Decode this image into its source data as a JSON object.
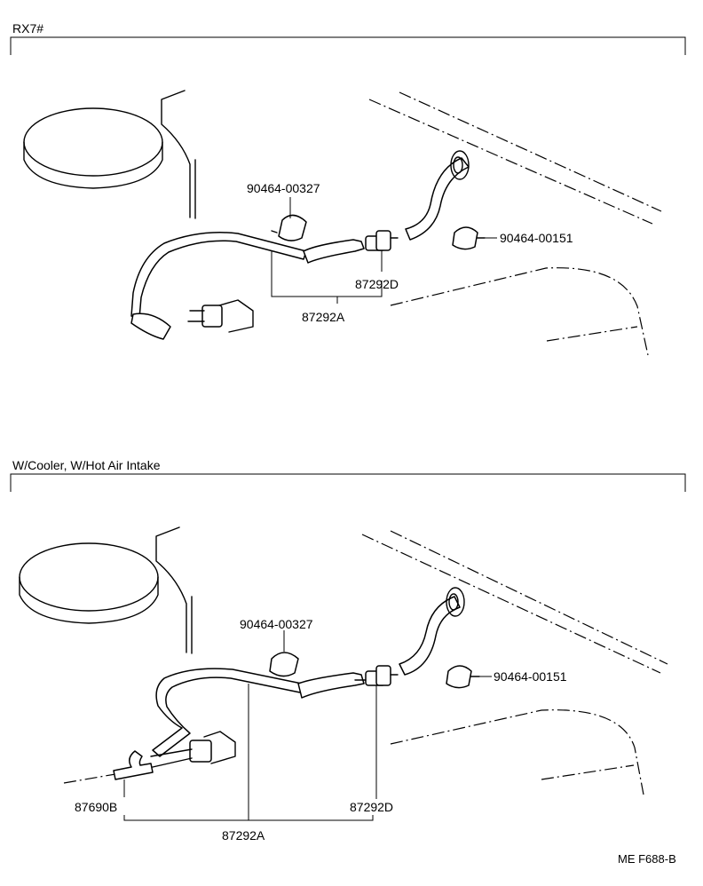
{
  "sections": [
    {
      "title": "RX7#",
      "labels": {
        "clip_a": "90464-00327",
        "clip_b": "90464-00151",
        "hose_d": "87292D",
        "hose_a": "87292A"
      }
    },
    {
      "title": "W/Cooler, W/Hot Air Intake",
      "labels": {
        "clip_a": "90464-00327",
        "clip_b": "90464-00151",
        "hose_b": "87690B",
        "hose_d": "87292D",
        "hose_a": "87292A"
      }
    }
  ],
  "footer_code": "ME F688-B"
}
